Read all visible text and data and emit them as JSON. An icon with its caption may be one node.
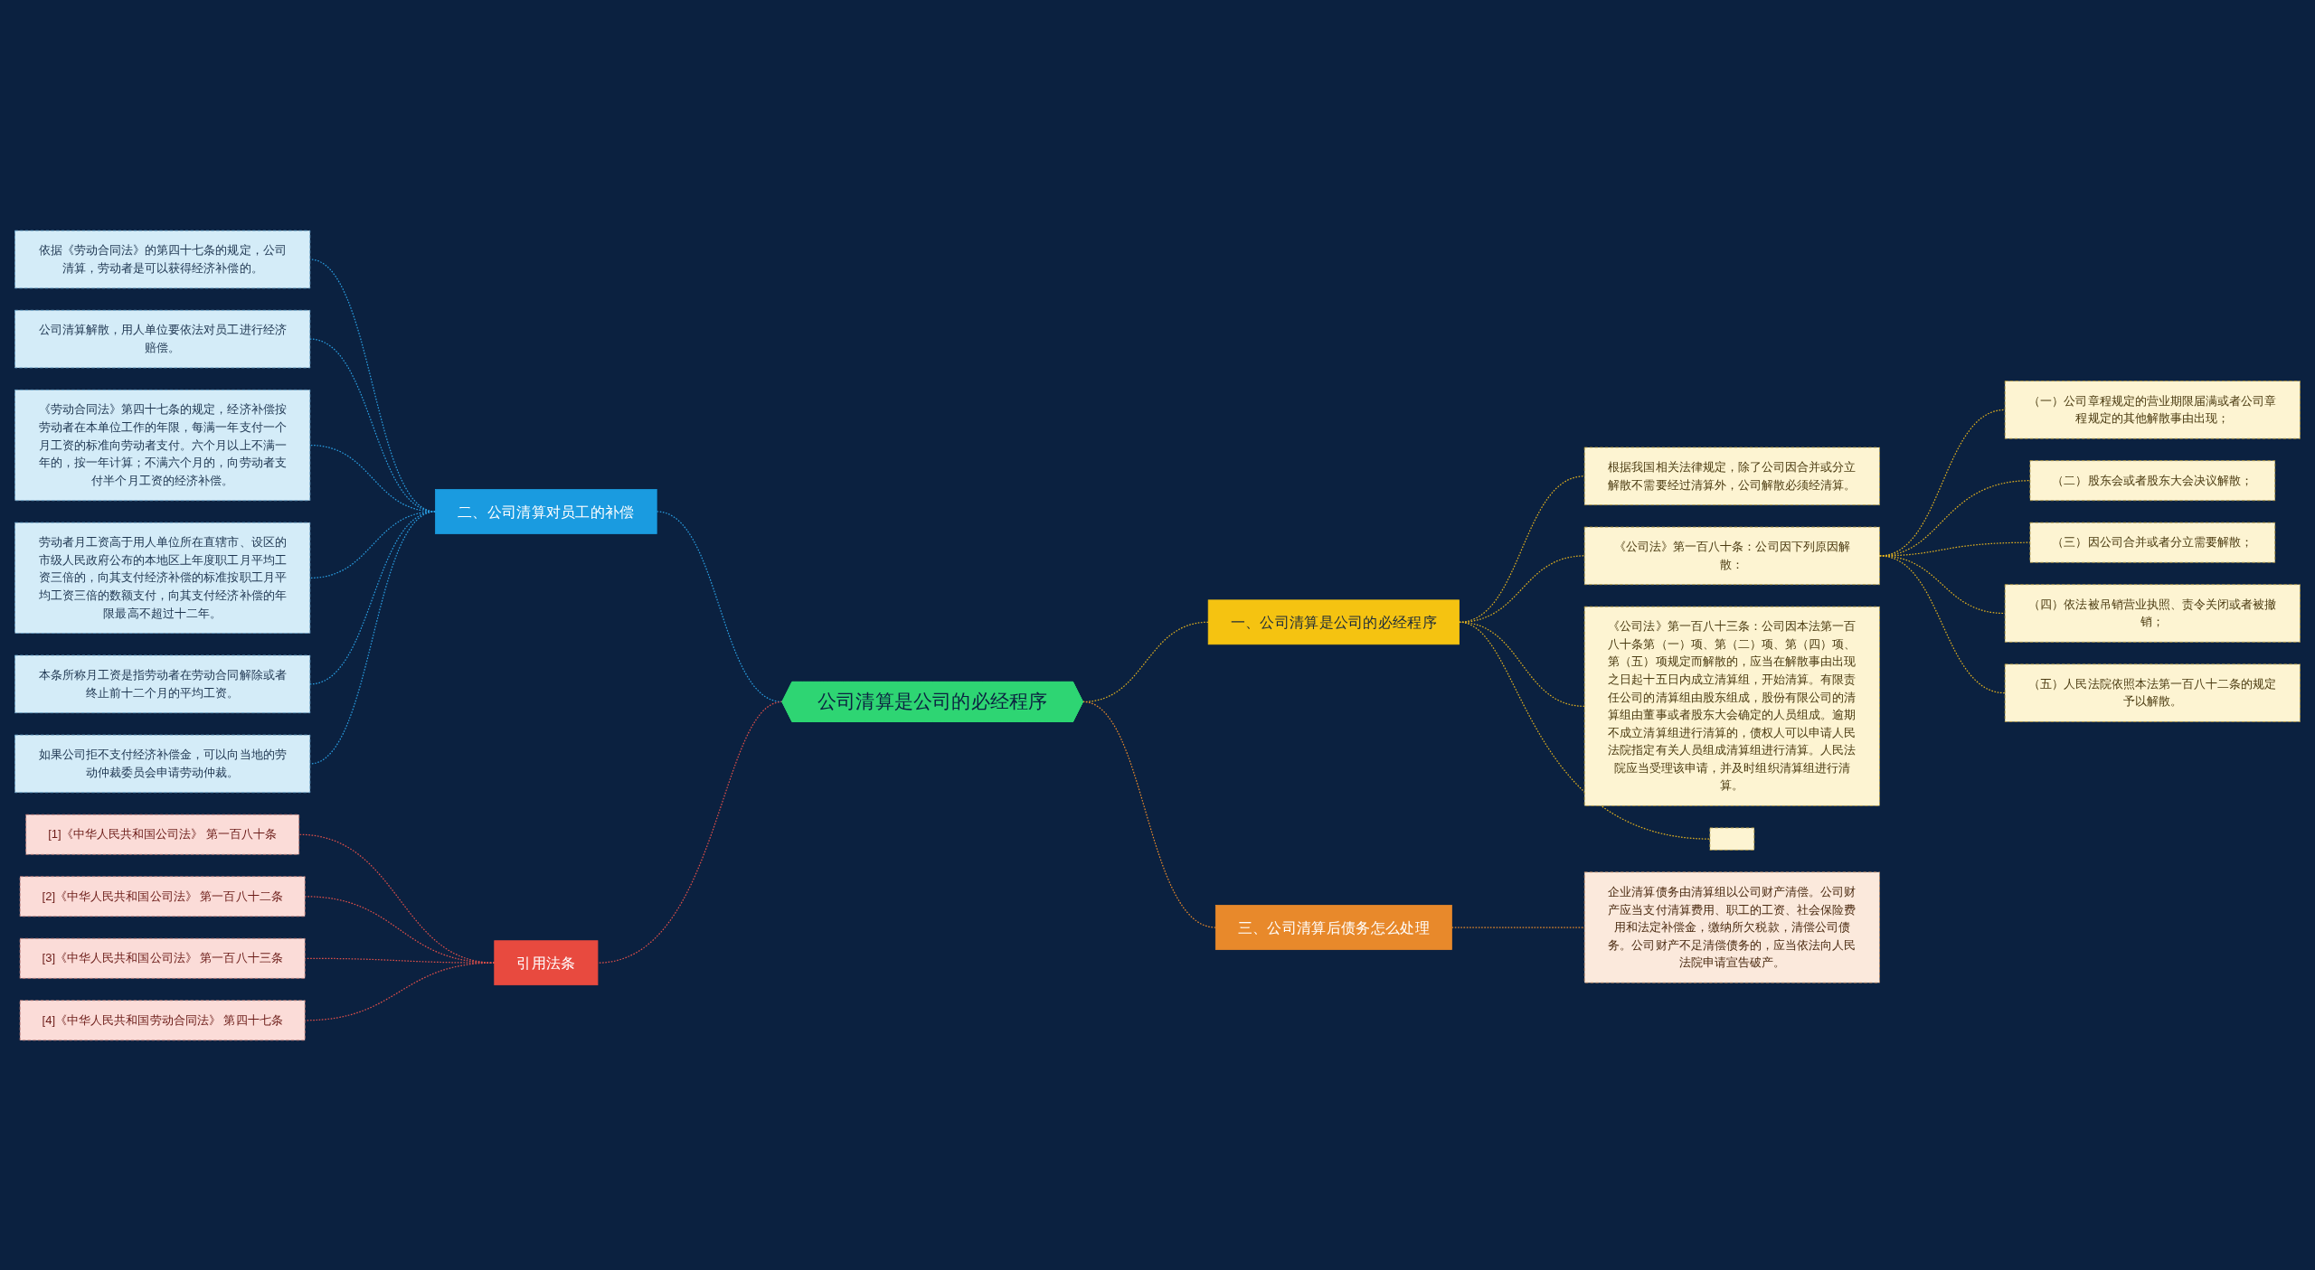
{
  "diagram": {
    "nodes": [
      {
        "text": [
          "公司清算是公司的必经程序"
        ]
      },
      {
        "text": [
          "一、公司清算是公司的必经程序"
        ]
      },
      {
        "text": [
          "根据我国相关法律规定，除了公司因合并或分立解散不需要经过清算外，公司解散必须经清算。"
        ]
      },
      {
        "text": [
          "《公司法》第一百八十条：公司因下列原因解散："
        ]
      },
      {
        "text": [
          "（一）公司章程规定的营业期限届满或者公司章程规定的其他解散事由出现；"
        ]
      },
      {
        "text": [
          "（二）股东会或者股东大会决议解散；"
        ]
      },
      {
        "text": [
          "（三）因公司合并或者分立需要解散；"
        ]
      },
      {
        "text": [
          "（四）依法被吊销营业执照、责令关闭或者被撤销；"
        ]
      },
      {
        "text": [
          "（五）人民法院依照本法第一百八十二条的规定予以解散。"
        ]
      },
      {
        "text": [
          "《公司法》第一百八十三条：公司因本法第一百八十条第（一）项、第（二）项、第（四）项、第（五）项规定而解散的，应当在解散事由出现之日起十五日内成立清算组，开始清算。有限责任公司的清算组由股东组成，股份有限公司的清算组由董事或者股东大会确定的人员组成。逾期不成立清算组进行清算的，债权人可以申请人民法院指定有关人员组成清算组进行清算。人民法院应当受理该申请，并及时组织清算组进行清算。"
        ]
      },
      {
        "text": [],
        "shape": "box"
      },
      {
        "text": [
          "三、公司清算后债务怎么处理"
        ]
      },
      {
        "text": [
          "企业清算债务由清算组以公司财产清偿。公司财产应当支付清算费用、职工的工资、社会保险费用和法定补偿金，缴纳所欠税款，清偿公司债务。公司财产不足清偿债务的，应当依法向人民法院申请宣告破产。"
        ]
      },
      {
        "text": [
          "二、公司清算对员工的补偿"
        ]
      },
      {
        "text": [
          "依据《劳动合同法》的第四十七条的规定，公司清算，劳动者是可以获得经济补偿的。"
        ]
      },
      {
        "text": [
          "公司清算解散，用人单位要依法对员工进行经济赔偿。"
        ]
      },
      {
        "text": [
          "《劳动合同法》第四十七条的规定，经济补偿按劳动者在本单位工作的年限，每满一年支付一个月工资的标准向劳动者支付。六个月以上不满一年的，按一年计算；不满六个月的，向劳动者支付半个月工资的经济补偿。"
        ]
      },
      {
        "text": [
          "劳动者月工资高于用人单位所在直辖市、设区的市级人民政府公布的本地区上年度职工月平均工资三倍的，向其支付经济补偿的标准按职工月平均工资三倍的数额支付，向其支付经济补偿的年限最高不超过十二年。"
        ]
      },
      {
        "text": [
          "本条所称月工资是指劳动者在劳动合同解除或者终止前十二个月的平均工资。"
        ]
      },
      {
        "text": [
          "如果公司拒不支付经济补偿金，可以向当地的劳动仲裁委员会申请劳动仲裁。"
        ]
      },
      {
        "text": [
          "引用法条"
        ]
      },
      {
        "text": [
          "[1]《中华人民共和国公司法》 第一百八十条"
        ]
      },
      {
        "text": [
          "[2]《中华人民共和国公司法》 第一百八十二条"
        ]
      },
      {
        "text": [
          "[3]《中华人民共和国公司法》 第一百八十三条"
        ]
      },
      {
        "text": [
          "[4]《中华人民共和国劳动合同法》 第四十七条"
        ]
      }
    ],
    "edges": [
      {
        "from": 0,
        "to": 1,
        "arrow": "none",
        "style": "dashed",
        "color": "#e0b020"
      },
      {
        "from": 1,
        "to": 2,
        "arrow": "none",
        "style": "dashed",
        "color": "#e0b020"
      },
      {
        "from": 1,
        "to": 3,
        "arrow": "none",
        "style": "dashed",
        "color": "#e0b020"
      },
      {
        "from": 3,
        "to": 4,
        "arrow": "none",
        "style": "dashed",
        "color": "#e0b020"
      },
      {
        "from": 3,
        "to": 5,
        "arrow": "none",
        "style": "dashed",
        "color": "#e0b020"
      },
      {
        "from": 3,
        "to": 6,
        "arrow": "none",
        "style": "dashed",
        "color": "#e0b020"
      },
      {
        "from": 3,
        "to": 7,
        "arrow": "none",
        "style": "dashed",
        "color": "#e0b020"
      },
      {
        "from": 3,
        "to": 8,
        "arrow": "none",
        "style": "dashed",
        "color": "#e0b020"
      },
      {
        "from": 1,
        "to": 9,
        "arrow": "none",
        "style": "dashed",
        "color": "#e0b020"
      },
      {
        "from": 1,
        "to": 10,
        "arrow": "none",
        "style": "dashed",
        "color": "#e0b020"
      },
      {
        "from": 0,
        "to": 11,
        "arrow": "none",
        "style": "dashed",
        "color": "#e8892b"
      },
      {
        "from": 11,
        "to": 12,
        "arrow": "none",
        "style": "dashed",
        "color": "#e8892b"
      },
      {
        "from": 0,
        "to": 13,
        "arrow": "none",
        "style": "dashed",
        "color": "#2a9de0"
      },
      {
        "from": 13,
        "to": 14,
        "arrow": "none",
        "style": "dashed",
        "color": "#2a9de0"
      },
      {
        "from": 13,
        "to": 15,
        "arrow": "none",
        "style": "dashed",
        "color": "#2a9de0"
      },
      {
        "from": 13,
        "to": 16,
        "arrow": "none",
        "style": "dashed",
        "color": "#2a9de0"
      },
      {
        "from": 13,
        "to": 17,
        "arrow": "none",
        "style": "dashed",
        "color": "#2a9de0"
      },
      {
        "from": 13,
        "to": 18,
        "arrow": "none",
        "style": "dashed",
        "color": "#2a9de0"
      },
      {
        "from": 13,
        "to": 19,
        "arrow": "none",
        "style": "dashed",
        "color": "#2a9de0"
      },
      {
        "from": 0,
        "to": 20,
        "arrow": "none",
        "style": "dashed",
        "color": "#e0504a"
      },
      {
        "from": 20,
        "to": 21,
        "arrow": "none",
        "style": "dashed",
        "color": "#e0504a"
      },
      {
        "from": 20,
        "to": 22,
        "arrow": "none",
        "style": "dashed",
        "color": "#e0504a"
      },
      {
        "from": 20,
        "to": 23,
        "arrow": "none",
        "style": "dashed",
        "color": "#e0504a"
      },
      {
        "from": 20,
        "to": 24,
        "arrow": "none",
        "style": "dashed",
        "color": "#e0504a"
      }
    ]
  }
}
